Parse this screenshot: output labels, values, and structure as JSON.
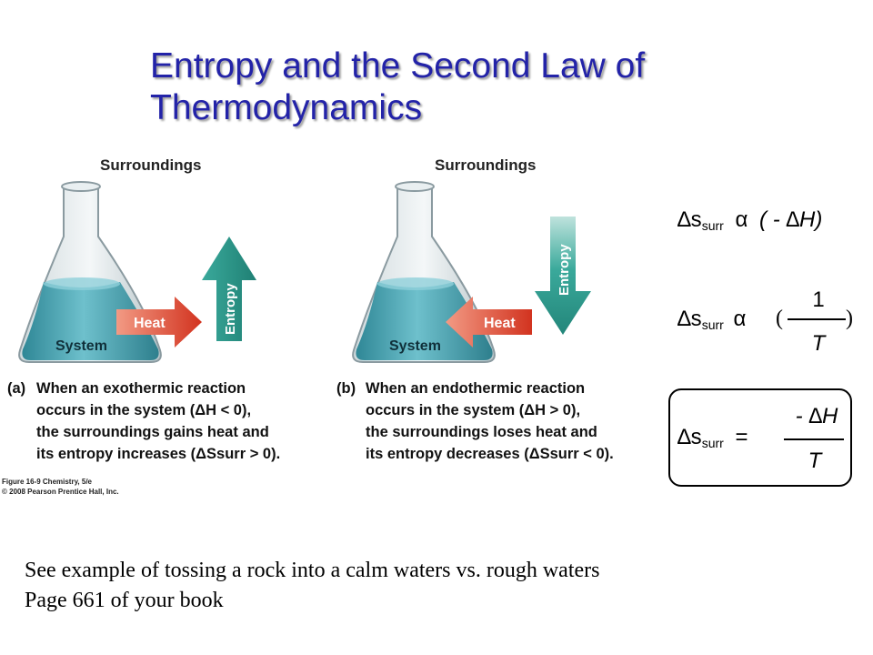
{
  "slide": {
    "title": "Entropy and the Second Law of Thermodynamics"
  },
  "figure": {
    "panel_a": {
      "surroundings_label": "Surroundings",
      "system_label": "System",
      "heat_label": "Heat",
      "entropy_label": "Entropy",
      "caption_tag": "(a)",
      "caption_lines": [
        "When an exothermic reaction",
        "occurs in the system (ΔH < 0),",
        "the surroundings gains heat and",
        "its entropy increases (ΔSsurr > 0)."
      ]
    },
    "panel_b": {
      "surroundings_label": "Surroundings",
      "system_label": "System",
      "heat_label": "Heat",
      "entropy_label": "Entropy",
      "caption_tag": "(b)",
      "caption_lines": [
        "When an endothermic reaction",
        "occurs in the system (ΔH > 0),",
        "the surroundings loses heat and",
        "its entropy decreases (ΔSsurr < 0)."
      ]
    },
    "credit_line1": "Figure 16-9 Chemistry, 5/e",
    "credit_line2": "© 2008 Pearson Prentice Hall, Inc.",
    "colors": {
      "liquid": "#4fa6b4",
      "heat_arrow": "#d9432f",
      "entropy_arrow": "#2a9a8e",
      "title": "#2323a8"
    },
    "icons": [
      "erlenmeyer-flask-icon",
      "heat-arrow-icon",
      "entropy-arrow-icon"
    ]
  },
  "equations": {
    "eq1": {
      "lhs_symbol": "∆s",
      "lhs_sub": "surr",
      "relation": "α",
      "rhs": "( - ∆H)"
    },
    "eq2": {
      "lhs_symbol": "∆s",
      "lhs_sub": "surr",
      "relation": "α",
      "open_paren": "(",
      "numerator": "1",
      "denominator": "T",
      "close_paren": ")"
    },
    "eq3": {
      "lhs_symbol": "∆s",
      "lhs_sub": "surr",
      "relation": "=",
      "numerator": "- ∆H",
      "denominator": "T"
    }
  },
  "footer": {
    "line1": "See example of tossing a rock into a calm waters vs. rough waters",
    "line2": "Page 661 of your book"
  }
}
